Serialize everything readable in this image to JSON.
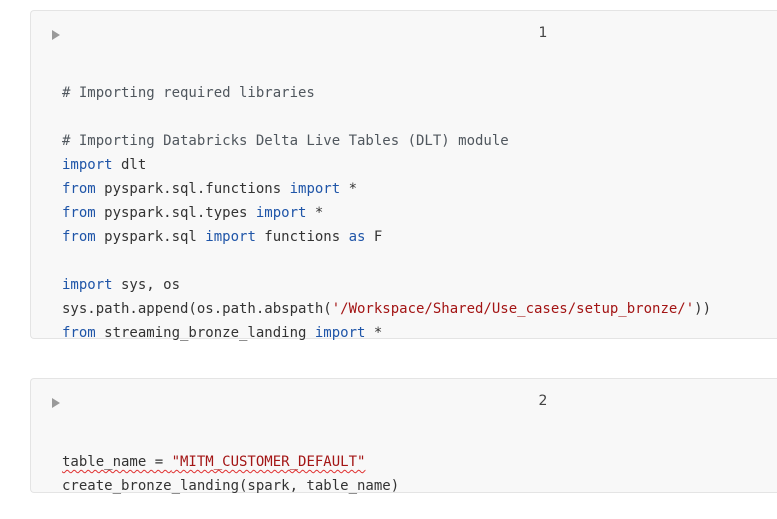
{
  "cells": [
    {
      "number": "1",
      "run_icon": "play-icon",
      "lines": [
        {
          "comment": "# Importing required libraries"
        },
        {
          "blank": ""
        },
        {
          "comment": "# Importing Databricks Delta Live Tables (DLT) module"
        },
        {
          "kw1": "import",
          "t1": " dlt"
        },
        {
          "kw1": "from",
          "t1": " pyspark.sql.functions ",
          "kw2": "import",
          "t2": " *"
        },
        {
          "kw1": "from",
          "t1": " pyspark.sql.types ",
          "kw2": "import",
          "t2": " *"
        },
        {
          "kw1": "from",
          "t1": " pyspark.sql ",
          "kw2": "import",
          "t2": " functions ",
          "kw3": "as",
          "t3": " F"
        },
        {
          "blank": ""
        },
        {
          "kw1": "import",
          "t1": " sys, os"
        },
        {
          "t1": "sys.path.append(os.path.abspath(",
          "str": "'/Workspace/Shared/Use_cases/setup_bronze/'",
          "t2": "))"
        },
        {
          "kw1": "from",
          "t1": " streaming_bronze_landing ",
          "kw2": "import",
          "t2": " *"
        }
      ]
    },
    {
      "number": "2",
      "run_icon": "play-icon",
      "lines": [
        {
          "t1": "table_name = ",
          "str": "\"MITM_CUSTOMER_DEFAULT\""
        },
        {
          "t1": "create_bronze_landing(spark, table_name)"
        }
      ]
    }
  ],
  "colors": {
    "keyword": "#1f55a8",
    "comment": "#50575e",
    "string": "#a31515",
    "text": "#333333",
    "cell_background": "#f8f8f8",
    "squiggle": "#e03030"
  }
}
